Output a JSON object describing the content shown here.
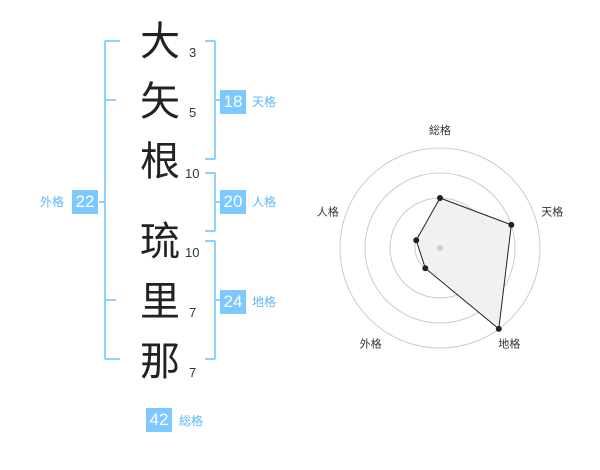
{
  "characters": [
    {
      "char": "大",
      "strokes": "3"
    },
    {
      "char": "矢",
      "strokes": "5"
    },
    {
      "char": "根",
      "strokes": "10"
    },
    {
      "char": "琉",
      "strokes": "10"
    },
    {
      "char": "里",
      "strokes": "7"
    },
    {
      "char": "那",
      "strokes": "7"
    }
  ],
  "fortunes": {
    "tenkaku": {
      "label": "天格",
      "value": "18"
    },
    "jinkaku": {
      "label": "人格",
      "value": "20"
    },
    "chikaku": {
      "label": "地格",
      "value": "24"
    },
    "gaikaku": {
      "label": "外格",
      "value": "22"
    },
    "soukaku": {
      "label": "総格",
      "value": "42"
    }
  },
  "colors": {
    "accent": "#7cc8ff",
    "bracket": "#8fd0ff",
    "label": "#5bb8f5"
  },
  "chart_data": {
    "type": "radar",
    "axes": [
      "総格",
      "天格",
      "地格",
      "外格",
      "人格"
    ],
    "rings": 4,
    "rmax": 4,
    "values": [
      2,
      3,
      4,
      1,
      1
    ]
  }
}
